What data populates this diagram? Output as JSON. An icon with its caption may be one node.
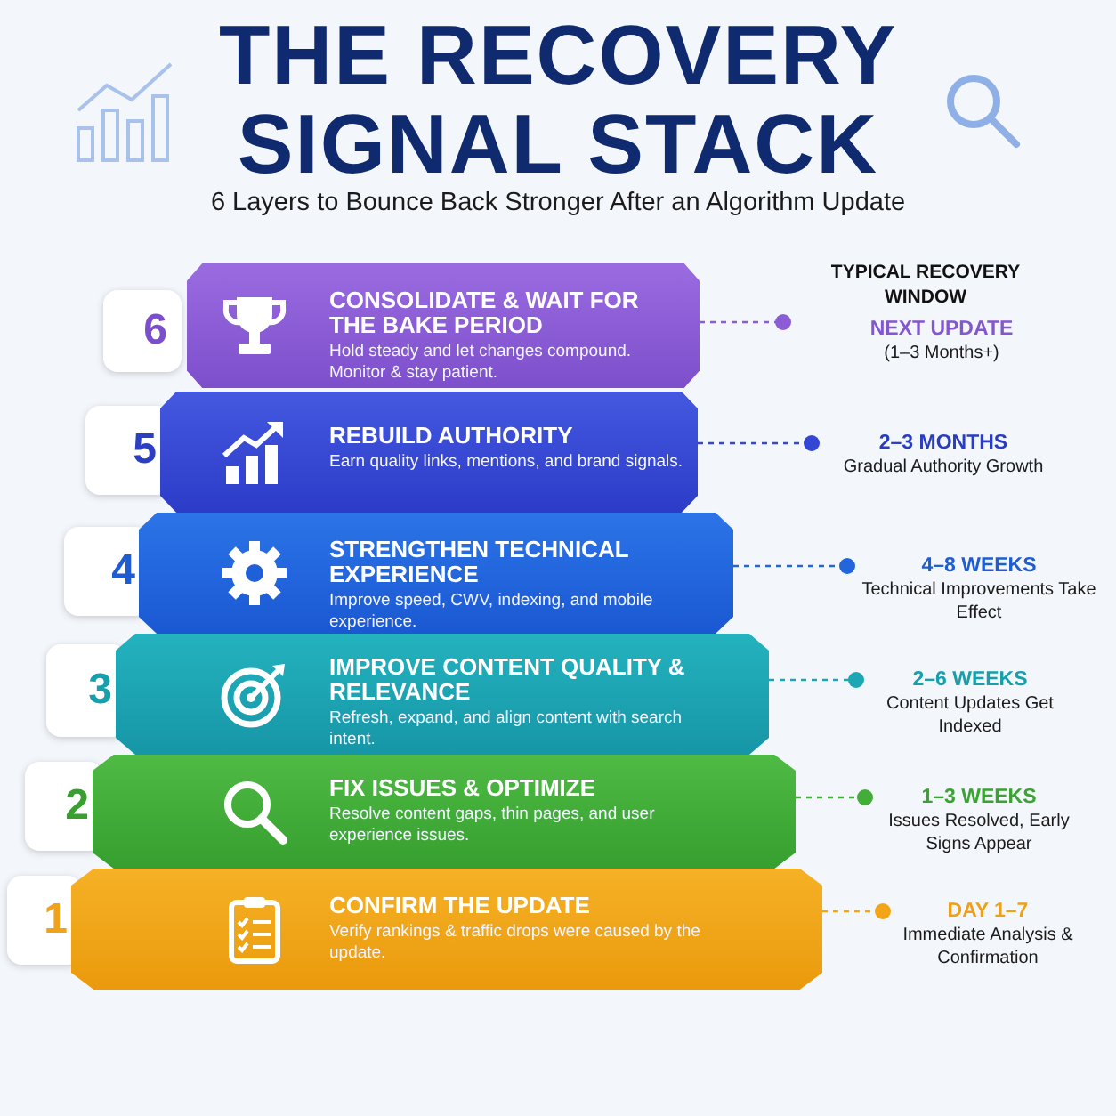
{
  "diagram": {
    "title": "THE RECOVERY SIGNAL STACK",
    "nodes": [
      {
        "text": [
          "CONSOLIDATE & WAIT FOR THE BAKE PERIOD",
          "Hold steady and let changes compound. Monitor & stay patient."
        ],
        "beside": [
          "6"
        ]
      },
      {
        "text": [
          "NEXT UPDATE",
          "(1–3 Months+)"
        ]
      },
      {
        "text": [
          "REBUILD AUTHORITY",
          "Earn quality links, mentions, and brand signals."
        ],
        "beside": [
          "5"
        ]
      },
      {
        "text": [
          "2–3 MONTHS",
          "Gradual Authority Growth"
        ]
      },
      {
        "text": [
          "STRENGTHEN TECHNICAL EXPERIENCE",
          "Improve speed, CWV, indexing, and mobile experience."
        ],
        "beside": [
          "4"
        ]
      },
      {
        "text": [
          "4–8 WEEKS",
          "Technical Improvements Take Effect"
        ]
      },
      {
        "text": [
          "IMPROVE CONTENT QUALITY & RELEVANCE",
          "Refresh, expand, and align content with search intent."
        ],
        "beside": [
          "3"
        ]
      },
      {
        "text": [
          "2–6 WEEKS",
          "Content Updates Get Indexed"
        ]
      },
      {
        "text": [
          "FIX ISSUES & OPTIMIZE",
          "Resolve content gaps, thin pages, and user experience issues."
        ],
        "beside": [
          "2"
        ]
      },
      {
        "text": [
          "1–3 WEEKS",
          "Issues Resolved, Early Signs Appear"
        ]
      },
      {
        "text": [
          "CONFIRM THE UPDATE",
          "Verify rankings & traffic drops were caused by the update."
        ],
        "beside": [
          "1"
        ]
      },
      {
        "text": [
          "DAY 1–7",
          "Immediate Analysis & Confirmation"
        ]
      }
    ],
    "edges": [
      {
        "from": 0,
        "to": 1,
        "arrow": "other",
        "style": "dashed",
        "color": "#8b5cd6"
      },
      {
        "from": 2,
        "to": 3,
        "arrow": "other",
        "style": "dashed",
        "color": "#3346d4"
      },
      {
        "from": 4,
        "to": 5,
        "arrow": "other",
        "style": "dashed",
        "color": "#2366dc"
      },
      {
        "from": 6,
        "to": 7,
        "arrow": "other",
        "style": "dashed",
        "color": "#1ea6b4"
      },
      {
        "from": 8,
        "to": 9,
        "arrow": "other",
        "style": "dashed",
        "color": "#43ad3a"
      },
      {
        "from": 10,
        "to": 11,
        "arrow": "other",
        "style": "dashed",
        "color": "#f2a516"
      }
    ],
    "labels": [
      "6 Layers to Bounce Back Stronger After an Algorithm Update",
      "TYPICAL RECOVERY WINDOW"
    ]
  }
}
